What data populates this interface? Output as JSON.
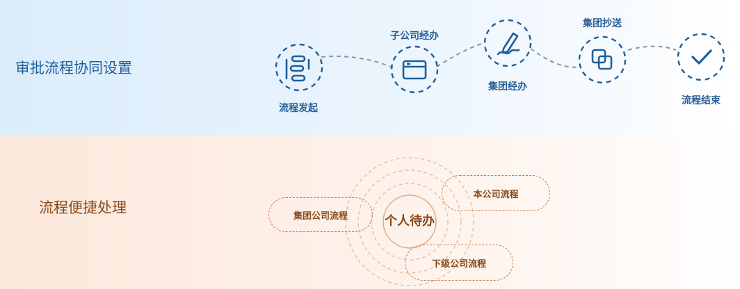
{
  "approval_section": {
    "title": "审批流程协同设置",
    "steps": [
      {
        "label": "流程发起",
        "icon": "flow-nodes-icon"
      },
      {
        "label": "子公司经办",
        "icon": "window-icon"
      },
      {
        "label": "集团经办",
        "icon": "pen-sign-icon"
      },
      {
        "label": "集团抄送",
        "icon": "copy-icon"
      },
      {
        "label": "流程结束",
        "icon": "check-icon"
      }
    ],
    "accent_color": "#2a5f95"
  },
  "process_section": {
    "title": "流程便捷处理",
    "center_label": "个人待办",
    "items": [
      {
        "label": "集团公司流程"
      },
      {
        "label": "本公司流程"
      },
      {
        "label": "下级公司流程"
      }
    ],
    "accent_color": "#c97a3e"
  }
}
